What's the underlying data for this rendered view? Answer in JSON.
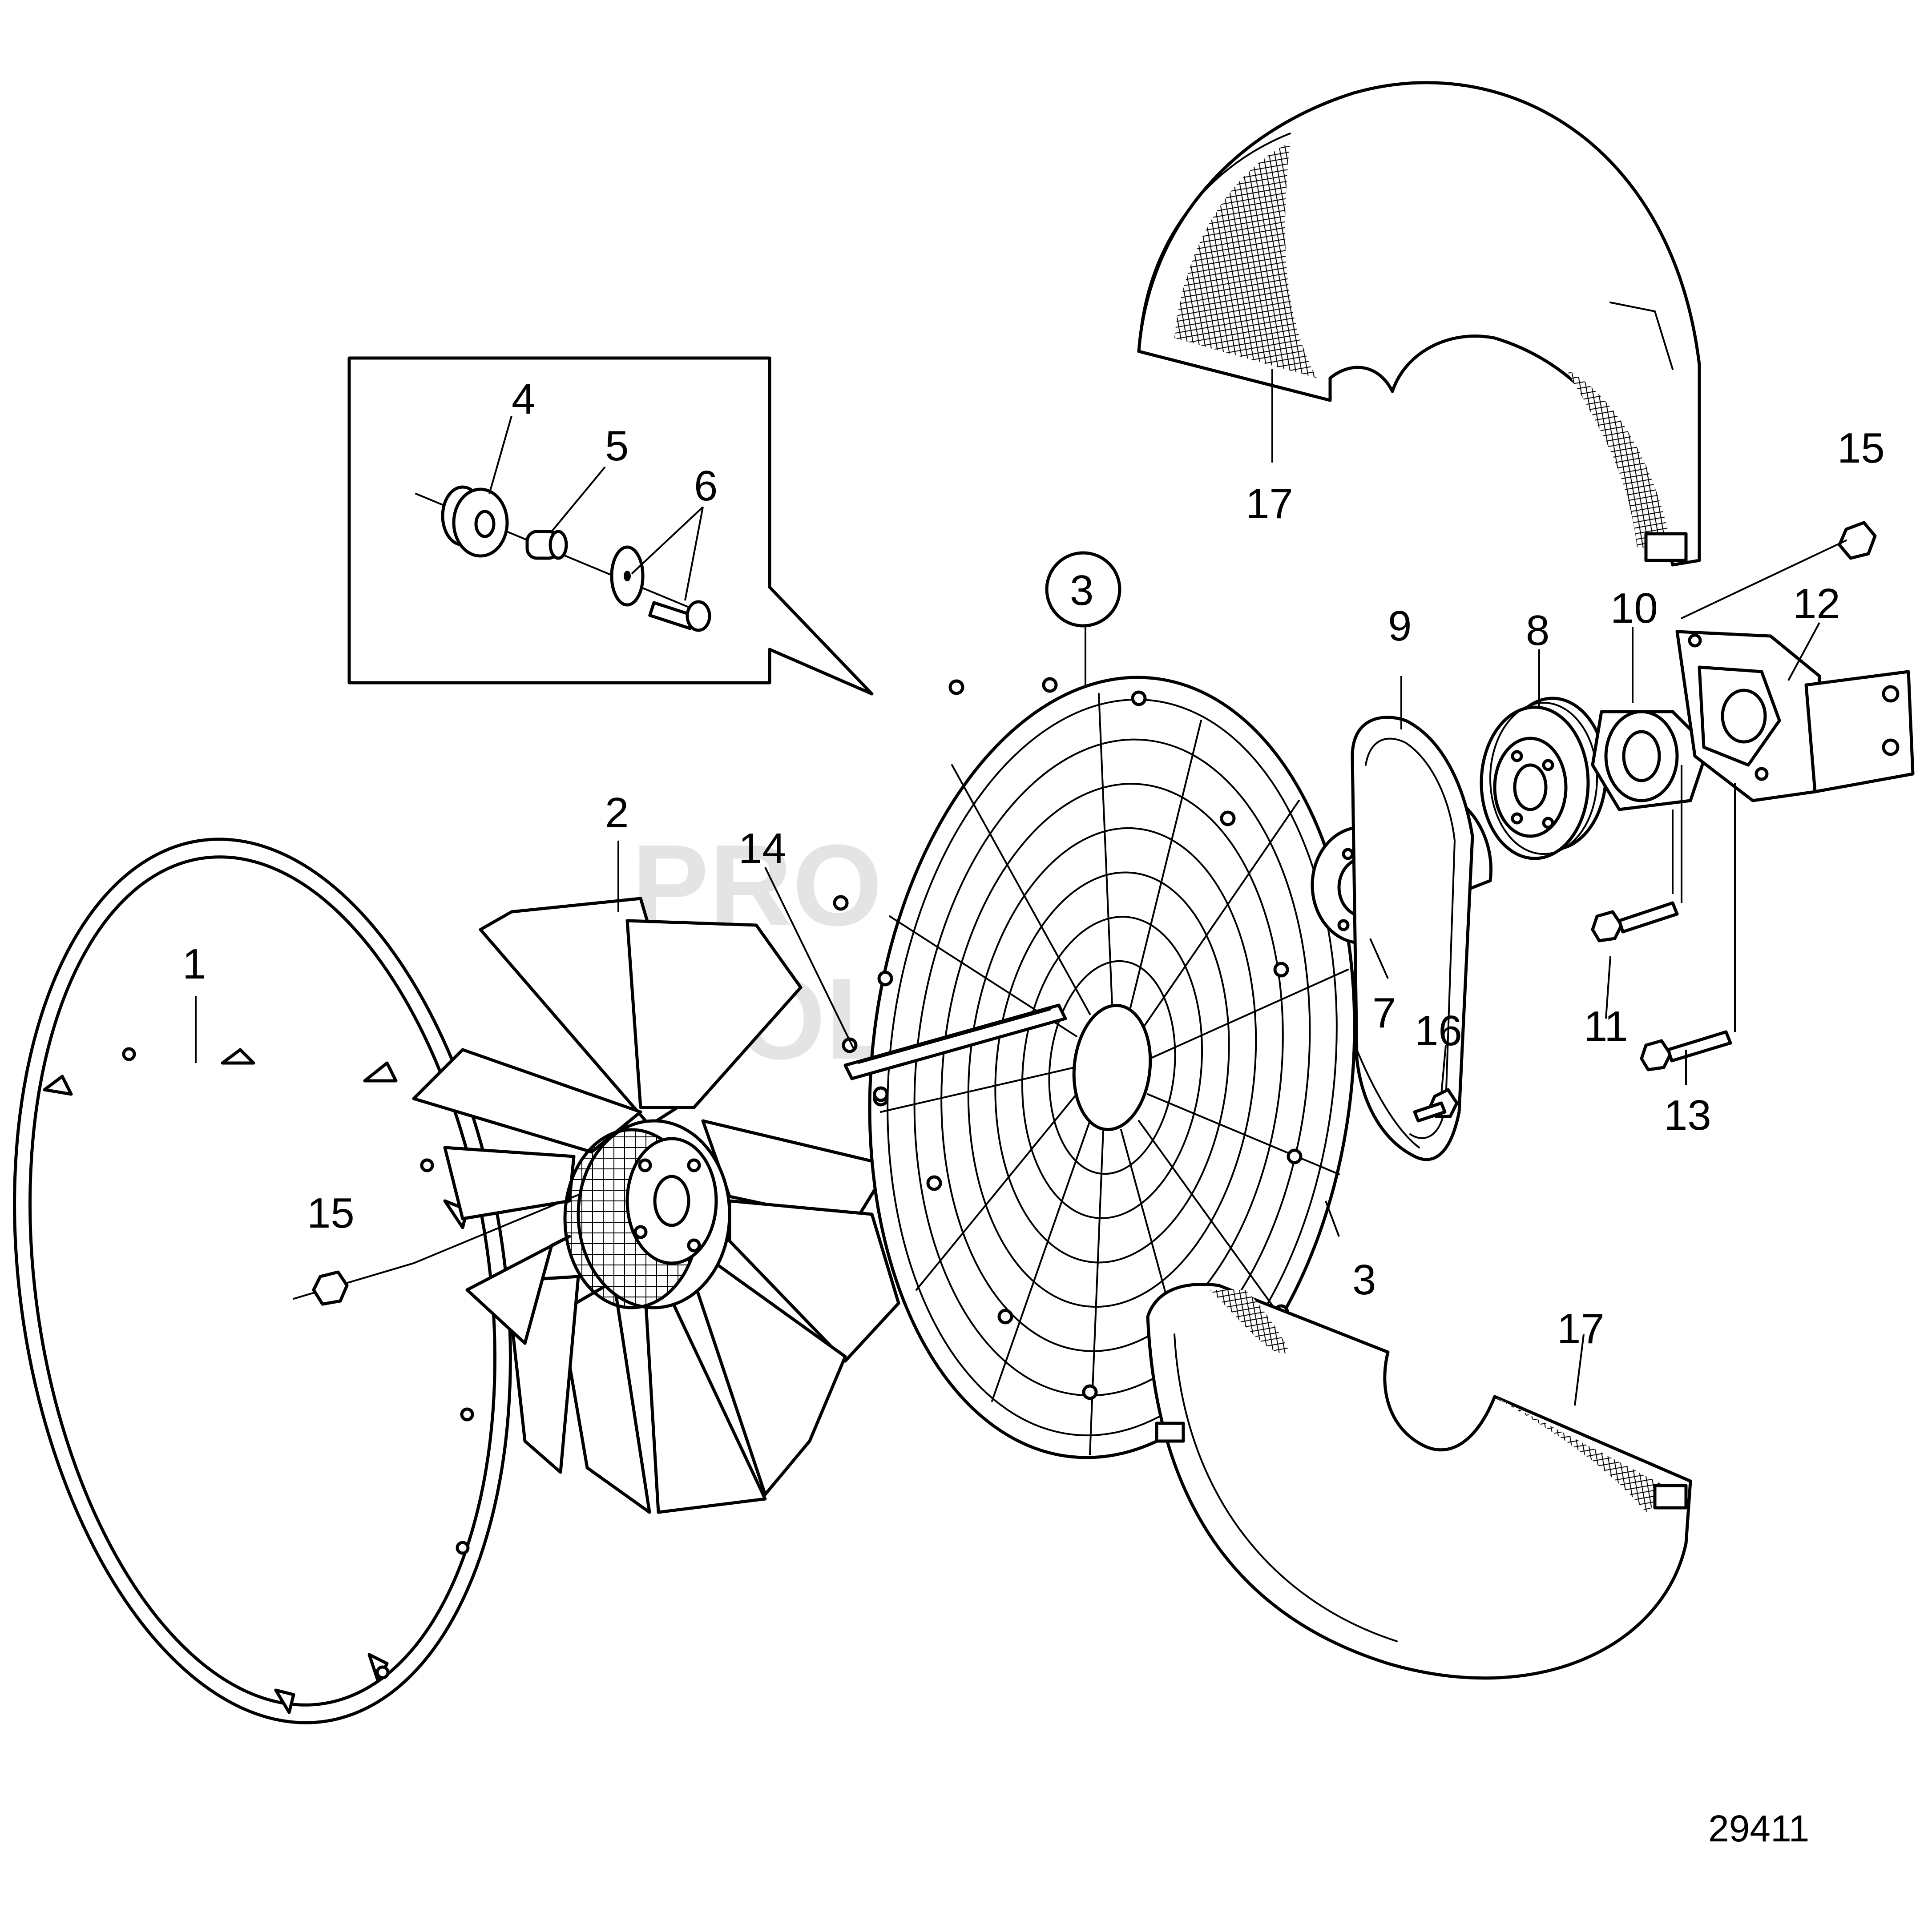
{
  "figure_number": "29411",
  "watermark": [
    "PRO",
    "VOL"
  ],
  "callouts": {
    "c1": "1",
    "c2": "2",
    "c3_circled": "3",
    "c3": "3",
    "c4": "4",
    "c5": "5",
    "c6": "6",
    "c7": "7",
    "c8": "8",
    "c9": "9",
    "c10": "10",
    "c11": "11",
    "c12": "12",
    "c13": "13",
    "c14": "14",
    "c15_left": "15",
    "c15_right": "15",
    "c16": "16",
    "c17_top": "17",
    "c17_bottom": "17"
  },
  "icons": {
    "shroud_ring": "ring-icon",
    "fan": "fan-icon",
    "guard": "wire-guard-icon",
    "pulley": "pulley-icon",
    "belt": "belt-icon",
    "bracket": "bracket-icon"
  }
}
